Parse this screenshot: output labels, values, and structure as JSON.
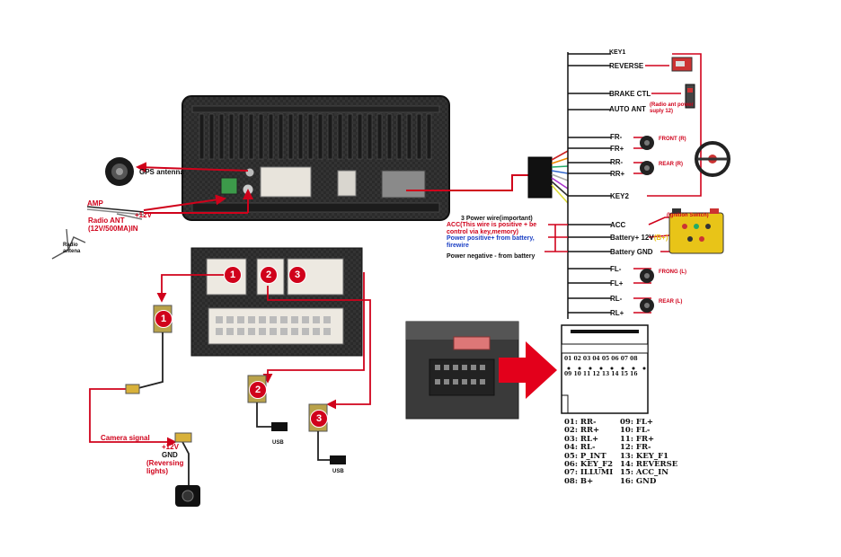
{
  "gps": {
    "label": "GPS antenna"
  },
  "amp": {
    "label": "AMP"
  },
  "radio_ant": {
    "label": "Radio ANT (12V/500MA)IN",
    "plus12": "+12V",
    "antenna_label": "Radio antena"
  },
  "power": {
    "title": "3 Power wire(important)",
    "acc_note": "ACC(This wire is positive + be control via key,memory)",
    "battery_pos_note": "Power positive+ from battery, firewire",
    "battery_neg_note": "Power negative - from battery",
    "ignition_switch": "(Ignition Switch)"
  },
  "harness": {
    "top_cut": "KEY1",
    "reverse": "REVERSE",
    "brake": "BRAKE CTL",
    "auto_ant": "AUTO ANT",
    "auto_ant_note": "(Radio ant power suply 12)",
    "fr_minus": "FR-",
    "fr_plus": "FR+",
    "rr_minus": "RR-",
    "rr_plus": "RR+",
    "front_r": "FRONT (R)",
    "rear_r": "REAR (R)",
    "key2": "KEY2",
    "acc": "ACC",
    "battery_12v": "Battery+ 12V",
    "battery_12v_mark": "(B+)",
    "battery_gnd": "Battery GND",
    "fl_minus": "FL-",
    "fl_plus": "FL+",
    "rl_minus": "RL-",
    "rl_plus": "RL+",
    "front_l": "FRONG (L)",
    "rear_l": "REAR (L)"
  },
  "ports": {
    "one": "1",
    "two": "2",
    "three": "3",
    "usb": "USB"
  },
  "camera": {
    "signal": "Camera signal",
    "v12": "+12V",
    "gnd": "GND",
    "reversing": "(Reversing lights)"
  },
  "pin_numbers_top": [
    "01",
    "02",
    "03",
    "04",
    "05",
    "06",
    "07",
    "08"
  ],
  "pin_numbers_bottom": [
    "09",
    "10",
    "11",
    "12",
    "13",
    "14",
    "15",
    "16"
  ],
  "pinout_left": [
    "01:  RR-",
    "02:  RR+",
    "03:  RL+",
    "04:  RL-",
    "05:  P_INT",
    "06:  KEY_F2",
    "07:  ILLUMI",
    "08:  B+"
  ],
  "pinout_right": [
    "09:  FL+",
    "10:  FL-",
    "11:  FR+",
    "12:  FR-",
    "13:  KEY_F1",
    "14:  REVERSE",
    "15:  ACC_IN",
    "16:  GND"
  ],
  "colors": {
    "wire_red": "#d0021b",
    "unit_body": "#2b2b2b",
    "connector": "#e8e4dc",
    "arrow_red": "#e3001b"
  }
}
